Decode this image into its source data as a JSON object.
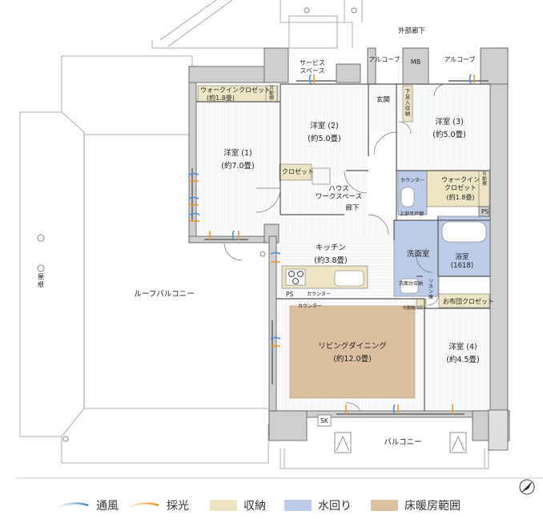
{
  "rooms": {
    "outer_corridor": "外部廊下",
    "service_space": "サービス\nスペース",
    "alcove_left": "アルコーブ",
    "mb": "MB",
    "alcove_right": "アルコーブ",
    "entrance": "玄関",
    "shoe_storage": "下足入収納",
    "wic1": "ウォークインクロゼット",
    "wic1_size": "(約1.8畳)",
    "wic1_shelf": "可動棚",
    "room1": "洋室 (1)",
    "room1_size": "(約7.0畳)",
    "room2": "洋室 (2)",
    "room2_size": "(約5.0畳)",
    "closet": "クロゼット",
    "room3": "洋室 (3)",
    "room3_size": "(約5.0畳)",
    "counter_toilet": "カウンター",
    "wic2": "ウォークイン\nクロゼット",
    "wic2_size": "(約1.8畳)",
    "wic2_shelf": "可動棚",
    "house_work": "ハウス\nワークスペース",
    "hallway": "廊下",
    "hand_wash": "上部吊戸棚",
    "ps1": "PS",
    "kitchen": "キッチン",
    "kitchen_size": "(約3.8畳)",
    "washroom": "洗面室",
    "washroom_shelf": "洗面台収納",
    "linen": "リネン庫",
    "bath": "浴室",
    "bath_size": "(1618)",
    "futon": "お布団クロゼット",
    "ps2": "PS",
    "counter1": "カウンター",
    "counter2": "カウンター",
    "floor_storage": "可動棚(3段)",
    "living": "リビングダイニング",
    "living_size": "(約12.0畳)",
    "room4": "洋室 (4)",
    "room4_size": "(約4.5畳)",
    "roof_balcony": "ルーフバルコニー",
    "roof": "屋根",
    "sk": "SK",
    "balcony": "バルコニー"
  },
  "legend": {
    "ventilation": "通風",
    "lighting": "採光",
    "storage": "収納",
    "water": "水回り",
    "heating": "床暖房範囲"
  },
  "colors": {
    "storage": "#ece4c3",
    "water": "#bccbe7",
    "heating": "#dcc0a2",
    "wall": "#cfcfcf",
    "ventilation": "#6fa8dc",
    "lighting": "#f0a030"
  }
}
